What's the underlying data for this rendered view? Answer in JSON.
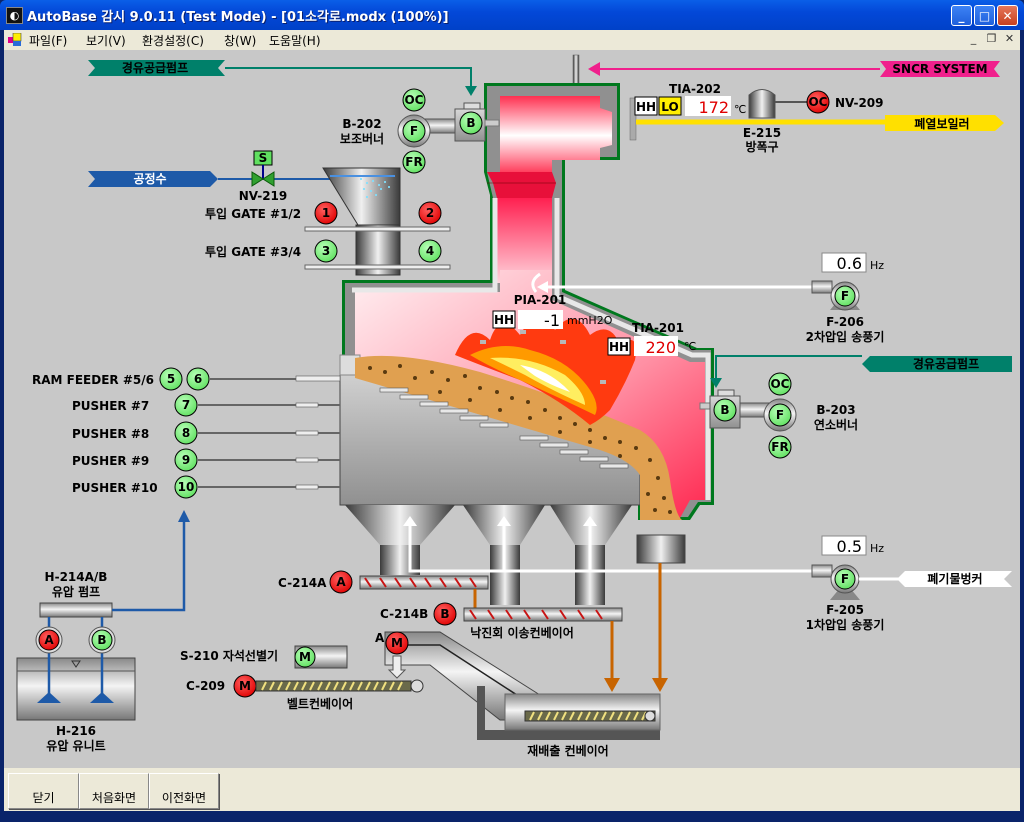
{
  "window": {
    "title": "AutoBase 감시 9.0.11 (Test Mode) - [01소각로.modx (100%)]",
    "minimize": "_",
    "maximize": "□",
    "close": "✕"
  },
  "menu": {
    "items": [
      "파일(F)",
      "보기(V)",
      "환경설정(C)",
      "창(W)",
      "도움말(H)"
    ],
    "mdi_minimize": "_",
    "mdi_restore": "❐",
    "mdi_close": "✕"
  },
  "colors": {
    "green_on": "#80f080",
    "red_off": "#ff1010",
    "oil_line": "#00806a",
    "water_line": "#1e5aa8",
    "sncr_line": "#f0208c",
    "boiler_line": "#ffe000",
    "ash_line": "#c86400",
    "canvas_bg": "#c8c8c8"
  },
  "flow_tags": {
    "oil_supply_top": "경유공급펌프",
    "oil_supply_right": "경유공급펌프",
    "process_water": "공정수",
    "sncr": "SNCR SYSTEM",
    "waste_heat_boiler": "폐열보일러",
    "waste_bunker": "폐기물벙커"
  },
  "burner_b202": {
    "id": "B-202",
    "name": "보조버너",
    "oc": "OC",
    "f": "F",
    "fr": "FR",
    "b": "B"
  },
  "burner_b203": {
    "id": "B-203",
    "name": "연소버너",
    "oc": "OC",
    "f": "F",
    "fr": "FR",
    "b": "B"
  },
  "valve_nv219": {
    "id": "NV-219",
    "s": "S"
  },
  "gates": {
    "label_12": "투입 GATE #1/2",
    "label_34": "투입 GATE #3/4",
    "g1": "1",
    "g2": "2",
    "g3": "3",
    "g4": "4"
  },
  "tia202": {
    "id": "TIA-202",
    "hh": "HH",
    "lo": "LO",
    "value": "172",
    "unit": "℃"
  },
  "tia201": {
    "id": "TIA-201",
    "hh": "HH",
    "value": "220",
    "unit": "℃"
  },
  "pia201": {
    "id": "PIA-201",
    "hh": "HH",
    "value": "-1",
    "unit": "mmH2O"
  },
  "e215": {
    "id": "E-215",
    "name": "방폭구"
  },
  "nv209": {
    "id": "NV-209",
    "oc": "OC"
  },
  "f206": {
    "id": "F-206",
    "name": "2차압입 송풍기",
    "f": "F",
    "value": "0.6",
    "unit": "Hz"
  },
  "f205": {
    "id": "F-205",
    "name": "1차압입 송풍기",
    "f": "F",
    "value": "0.5",
    "unit": "Hz"
  },
  "feeders": [
    {
      "label": "RAM FEEDER #5/6",
      "nums": [
        "5",
        "6"
      ]
    },
    {
      "label": "PUSHER #7",
      "nums": [
        "7"
      ]
    },
    {
      "label": "PUSHER #8",
      "nums": [
        "8"
      ]
    },
    {
      "label": "PUSHER #9",
      "nums": [
        "9"
      ]
    },
    {
      "label": "PUSHER #10",
      "nums": [
        "10"
      ]
    }
  ],
  "hydraulic": {
    "pump_id": "H-214A/B",
    "pump_name": "유압 펌프",
    "a": "A",
    "b": "B",
    "unit_id": "H-216",
    "unit_name": "유압 유니트"
  },
  "conveyors": {
    "c214a": {
      "id": "C-214A",
      "m": "A"
    },
    "c214b": {
      "id": "C-214B",
      "m": "B"
    },
    "c214_name": "낙진회 이송컨베이어",
    "a208": {
      "id": "A-208",
      "m": "M"
    },
    "s210": {
      "id": "S-210 자석선별기",
      "m": "M"
    },
    "c209": {
      "id": "C-209",
      "m": "M",
      "name": "벨트컨베이어"
    },
    "ash": {
      "name": "재배출 컨베이어"
    }
  },
  "footer": {
    "buttons": [
      "닫기",
      "처음화면",
      "이전화면"
    ]
  }
}
